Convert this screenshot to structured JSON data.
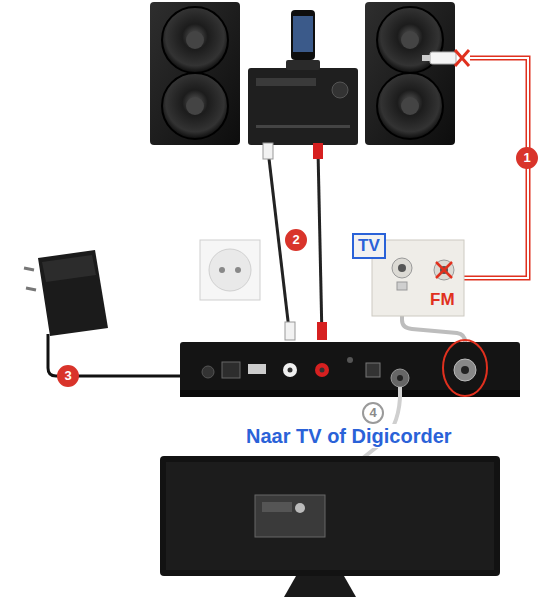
{
  "diagram": {
    "nodes": [
      {
        "text": [
          "TV"
        ]
      }
    ],
    "labels": [
      "FM",
      "1",
      "2",
      "3",
      "4",
      "Naar TV of Digicorder"
    ]
  }
}
